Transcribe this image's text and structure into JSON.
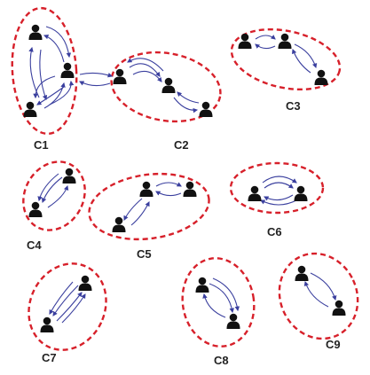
{
  "colors": {
    "boundary": "#d7202a",
    "arrow": "#3a3f9e",
    "person": "#111111",
    "label": "#222222"
  },
  "icon": "person-icon",
  "clusters": [
    {
      "id": "c1",
      "label": "C1",
      "members": 3
    },
    {
      "id": "c2",
      "label": "C2",
      "members": 3
    },
    {
      "id": "c3",
      "label": "C3",
      "members": 3
    },
    {
      "id": "c4",
      "label": "C4",
      "members": 2
    },
    {
      "id": "c5",
      "label": "C5",
      "members": 3
    },
    {
      "id": "c6",
      "label": "C6",
      "members": 2
    },
    {
      "id": "c7",
      "label": "C7",
      "members": 2
    },
    {
      "id": "c8",
      "label": "C8",
      "members": 2
    },
    {
      "id": "c9",
      "label": "C9",
      "members": 2
    }
  ]
}
